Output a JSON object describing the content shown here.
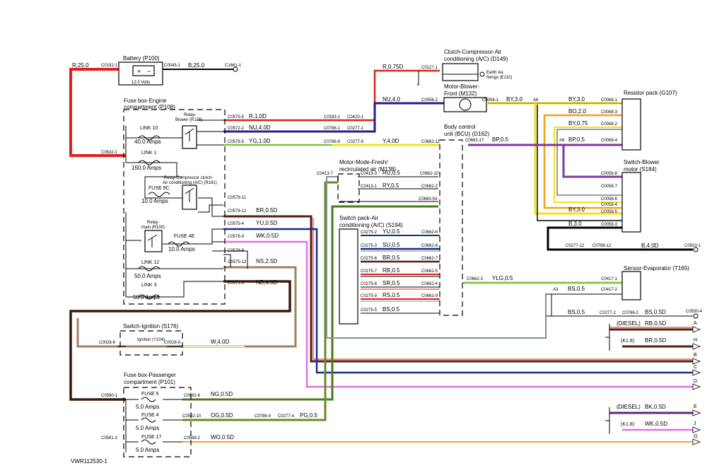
{
  "components": {
    "battery": {
      "title": "Battery (P100)",
      "volts": "12.0 Volts"
    },
    "fusebox_engine": {
      "title": "Fuse box-Engine",
      "title2": "compartment (P108)"
    },
    "relay_blower": {
      "l1": "Relay-",
      "l2": "Blower (R176)"
    },
    "relay_compressor": {
      "l1": "Relay-Compressor clutch-",
      "l2": "Air conditioning (A/C) (R181)"
    },
    "relay_main": {
      "l1": "Relay-",
      "l2": "main (R100)"
    },
    "link10": {
      "name": "LINK 10",
      "rating": "40.0 Amps"
    },
    "link1": {
      "name": "LINK 1",
      "rating": "150.0 Amps"
    },
    "fuse9c": {
      "name": "FUSE 9C",
      "rating": "10.0 Amps"
    },
    "fuse4e": {
      "name": "FUSE 4E",
      "rating": "10.0 Amps"
    },
    "link12": {
      "name": "LINK 12",
      "rating": "50.0 Amps"
    },
    "link3": {
      "name": "LINK 3",
      "rating": "50.0 Amps"
    },
    "clutch": {
      "l1": "Clutch-Compressor-Air",
      "l2": "conditioning (A/C) (D149)",
      "earth": "Earth via",
      "earth2": "fixings (E110)"
    },
    "blower_motor": {
      "l1": "Motor-Blower-",
      "l2": "Front (M132)"
    },
    "bcu": {
      "l1": "Body control",
      "l2": "unit (BCU) (D162)"
    },
    "mode_motor": {
      "l1": "Motor-Mode-Fresh/",
      "l2": "recirculated air (M138)"
    },
    "switch_pack": {
      "l1": "Switch pack-Air",
      "l2": "conditioning (A/C) (S194)"
    },
    "resistor_pack": {
      "title": "Resistor pack (G107)"
    },
    "switch_blower": {
      "l1": "Switch-Blower",
      "l2": "motor (S184)"
    },
    "sensor_evap": {
      "title": "Sensor-Evaporator (T165)"
    },
    "switch_ignition": {
      "title": "Switch-Ignition (S176)",
      "sub": "Ignition (Y104)"
    },
    "fusebox_pass": {
      "l1": "Fuse box-Passenger",
      "l2": "compartment (P101)"
    },
    "fuse5": {
      "name": "FUSE 5",
      "rating": "5.0 Amps"
    },
    "fuse4": {
      "name": "FUSE 4",
      "rating": "5.0 Amps"
    },
    "fuse17": {
      "name": "FUSE 17",
      "rating": "5.0 Amps"
    }
  },
  "wires": {
    "r25": "R,25.0",
    "b25": "B,25.0",
    "r075d": "R,0.75D",
    "r10d": "R,1.0D",
    "nu40d": "NU,4.0D",
    "yg10d": "YG,1.0D",
    "nu40": "NU,4.0",
    "by30": "BY,3.0",
    "y40d": "Y,4.0D",
    "bp05": "BP,0.5",
    "ru05": "RU,0.5",
    "ry05": "RY,0.5",
    "br05d": "BR,0.5D",
    "yu05d": "YU,0.5D",
    "wk05d": "WK,0.5D",
    "ns25d": "NS,2.5D",
    "nb40d": "NB,4.0D",
    "yu05": "YU,0.5",
    "su05": "SU,0.5",
    "br05": "BR,0.5",
    "rb05": "RB,0.5",
    "sr05": "SR,0.5",
    "rs05": "RS,0.5",
    "bs05": "BS,0.5",
    "rp_by30": "BY,3.0",
    "rp_bo20": "BO,2.0",
    "rp_by075": "BY,0.75",
    "rp_bp05": "BP,0.5",
    "sb_by30": "BY,3.0",
    "sb_b30": "B,3.0",
    "b40d": "B,4.0D",
    "ylg05": "YLG,0.5",
    "bs05_a3": "BS,0.5",
    "bs05_b": "BS,0.5",
    "bs05d": "BS,0.5D",
    "diesel1": "(DIESEL)",
    "rb05d": "RB,0.5D",
    "k18_1": "(K1.8)",
    "br05d_2": "BR,0.5D",
    "diesel2": "(DIESEL)",
    "bk05d": "BK,0.5D",
    "k18_2": "(K1.8)",
    "wk05d_2": "WK,0.5D",
    "w40d": "W,4.0D",
    "ng05d": "NG,0.5D",
    "og05d": "OG,0.5D",
    "pg05": "PG,0.5",
    "wo05d": "WO,0.5D"
  },
  "connectors": {
    "c0192": "C0192-1",
    "c0045": "C0045-1",
    "c1661": "C1661-1",
    "c0632": "C0632-1",
    "c0575_5": "C0575-5",
    "c0572_2": "C0572-2",
    "c0576_5": "C0576-5",
    "c0333": "C0333-1",
    "c0420": "C0420-1",
    "c0786_1": "C0786-1",
    "c0277_1": "C0277-1",
    "c0786_9": "C0786-9",
    "c0277_9": "C0277-9",
    "c0127": "C0127-1",
    "c0056_2": "C0056-2",
    "c0056_1": "C0056-1",
    "a6": "A6",
    "a9": "A9",
    "c0068_1": "C0068-1",
    "c0068_3": "C0068-3",
    "c0068_2": "C0068-2",
    "c0068_4": "C0068-4",
    "c0662_11": "C0662-11",
    "c0662_17": "C0662-17",
    "c0413_7": "C0413-7",
    "c0413_3": "C0413-3",
    "c0413_1": "C0413-1",
    "c0662_10": "C0662-10",
    "c0662_2": "C0662-2",
    "c0660_54": "C0660-54",
    "c0576_11": "C0576-11",
    "c0578_12": "C0578-12",
    "c0575_4": "C0575-4",
    "c0578_9": "C0578-9",
    "c0576_9": "C0576-9",
    "c0575_12": "C0575-12",
    "c0571_3": "C0571-3",
    "c0275_2": "C0275-2",
    "c0275_3": "C0275-3",
    "c0275_6": "C0275-6",
    "c0275_7": "C0275-7",
    "c0275_8": "C0275-8",
    "c0275_9": "C0275-9",
    "c0275_5": "C0275-5",
    "c0662_6": "C0662-6",
    "c0662_8": "C0662-8",
    "c0662_7": "C0662-7",
    "c0662_5": "C0662-5",
    "c0662_4": "C0662-4",
    "c0662_9": "C0662-9",
    "c0662_3": "C0662-3",
    "c0058_8": "C0058-8",
    "c0058_7": "C0058-7",
    "c0058_6": "C0058-6",
    "c0058_4": "C0058-4",
    "c0058_5": "C0058-5",
    "c0058_3": "C0058-3",
    "c0277_12": "C0277-12",
    "c0786_12": "C0786-12",
    "c0910": "C0910-1",
    "a3": "A3",
    "c0417_1": "C0417-1",
    "c0417_2": "C0417-2",
    "c0277_2": "C0277-2",
    "c0786_2": "C0786-2",
    "c0550": "C0550-4",
    "c0028_6": "C0028-6",
    "c0028_9": "C0028-9",
    "c0580_1": "C0580-1",
    "c0582_8": "C0582-8",
    "c0582_10": "C0582-10",
    "c0786_4": "C0786-4",
    "c0277_4": "C0277-4",
    "c0581_2": "C0581-2",
    "c0588_2": "C0588-2"
  },
  "outputs": {
    "a": "A",
    "h": "H",
    "b": "B",
    "c": "C",
    "d": "D",
    "e": "E",
    "j": "J",
    "g": "G"
  },
  "figure_id": "VWR112530-1"
}
